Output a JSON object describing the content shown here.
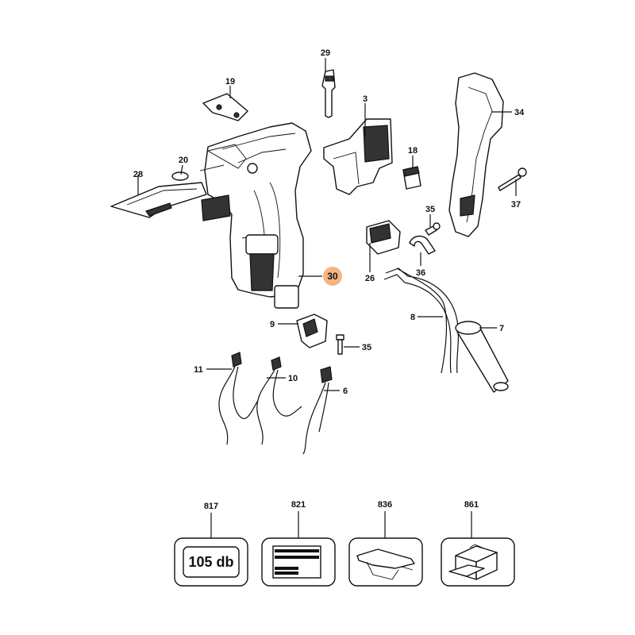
{
  "highlight_color": "#f6b482",
  "callouts": {
    "p29": "29",
    "p19": "19",
    "p3": "3",
    "p34": "34",
    "p20": "20",
    "p28": "28",
    "p18": "18",
    "p37": "37",
    "p35a": "35",
    "p26": "26",
    "p36": "36",
    "p30": "30",
    "p8": "8",
    "p7": "7",
    "p9": "9",
    "p35b": "35",
    "p11": "11",
    "p10": "10",
    "p6": "6"
  },
  "accessories": {
    "a817": "817",
    "a821": "821",
    "a836": "836",
    "a861": "861",
    "noise_label": "105 db"
  }
}
